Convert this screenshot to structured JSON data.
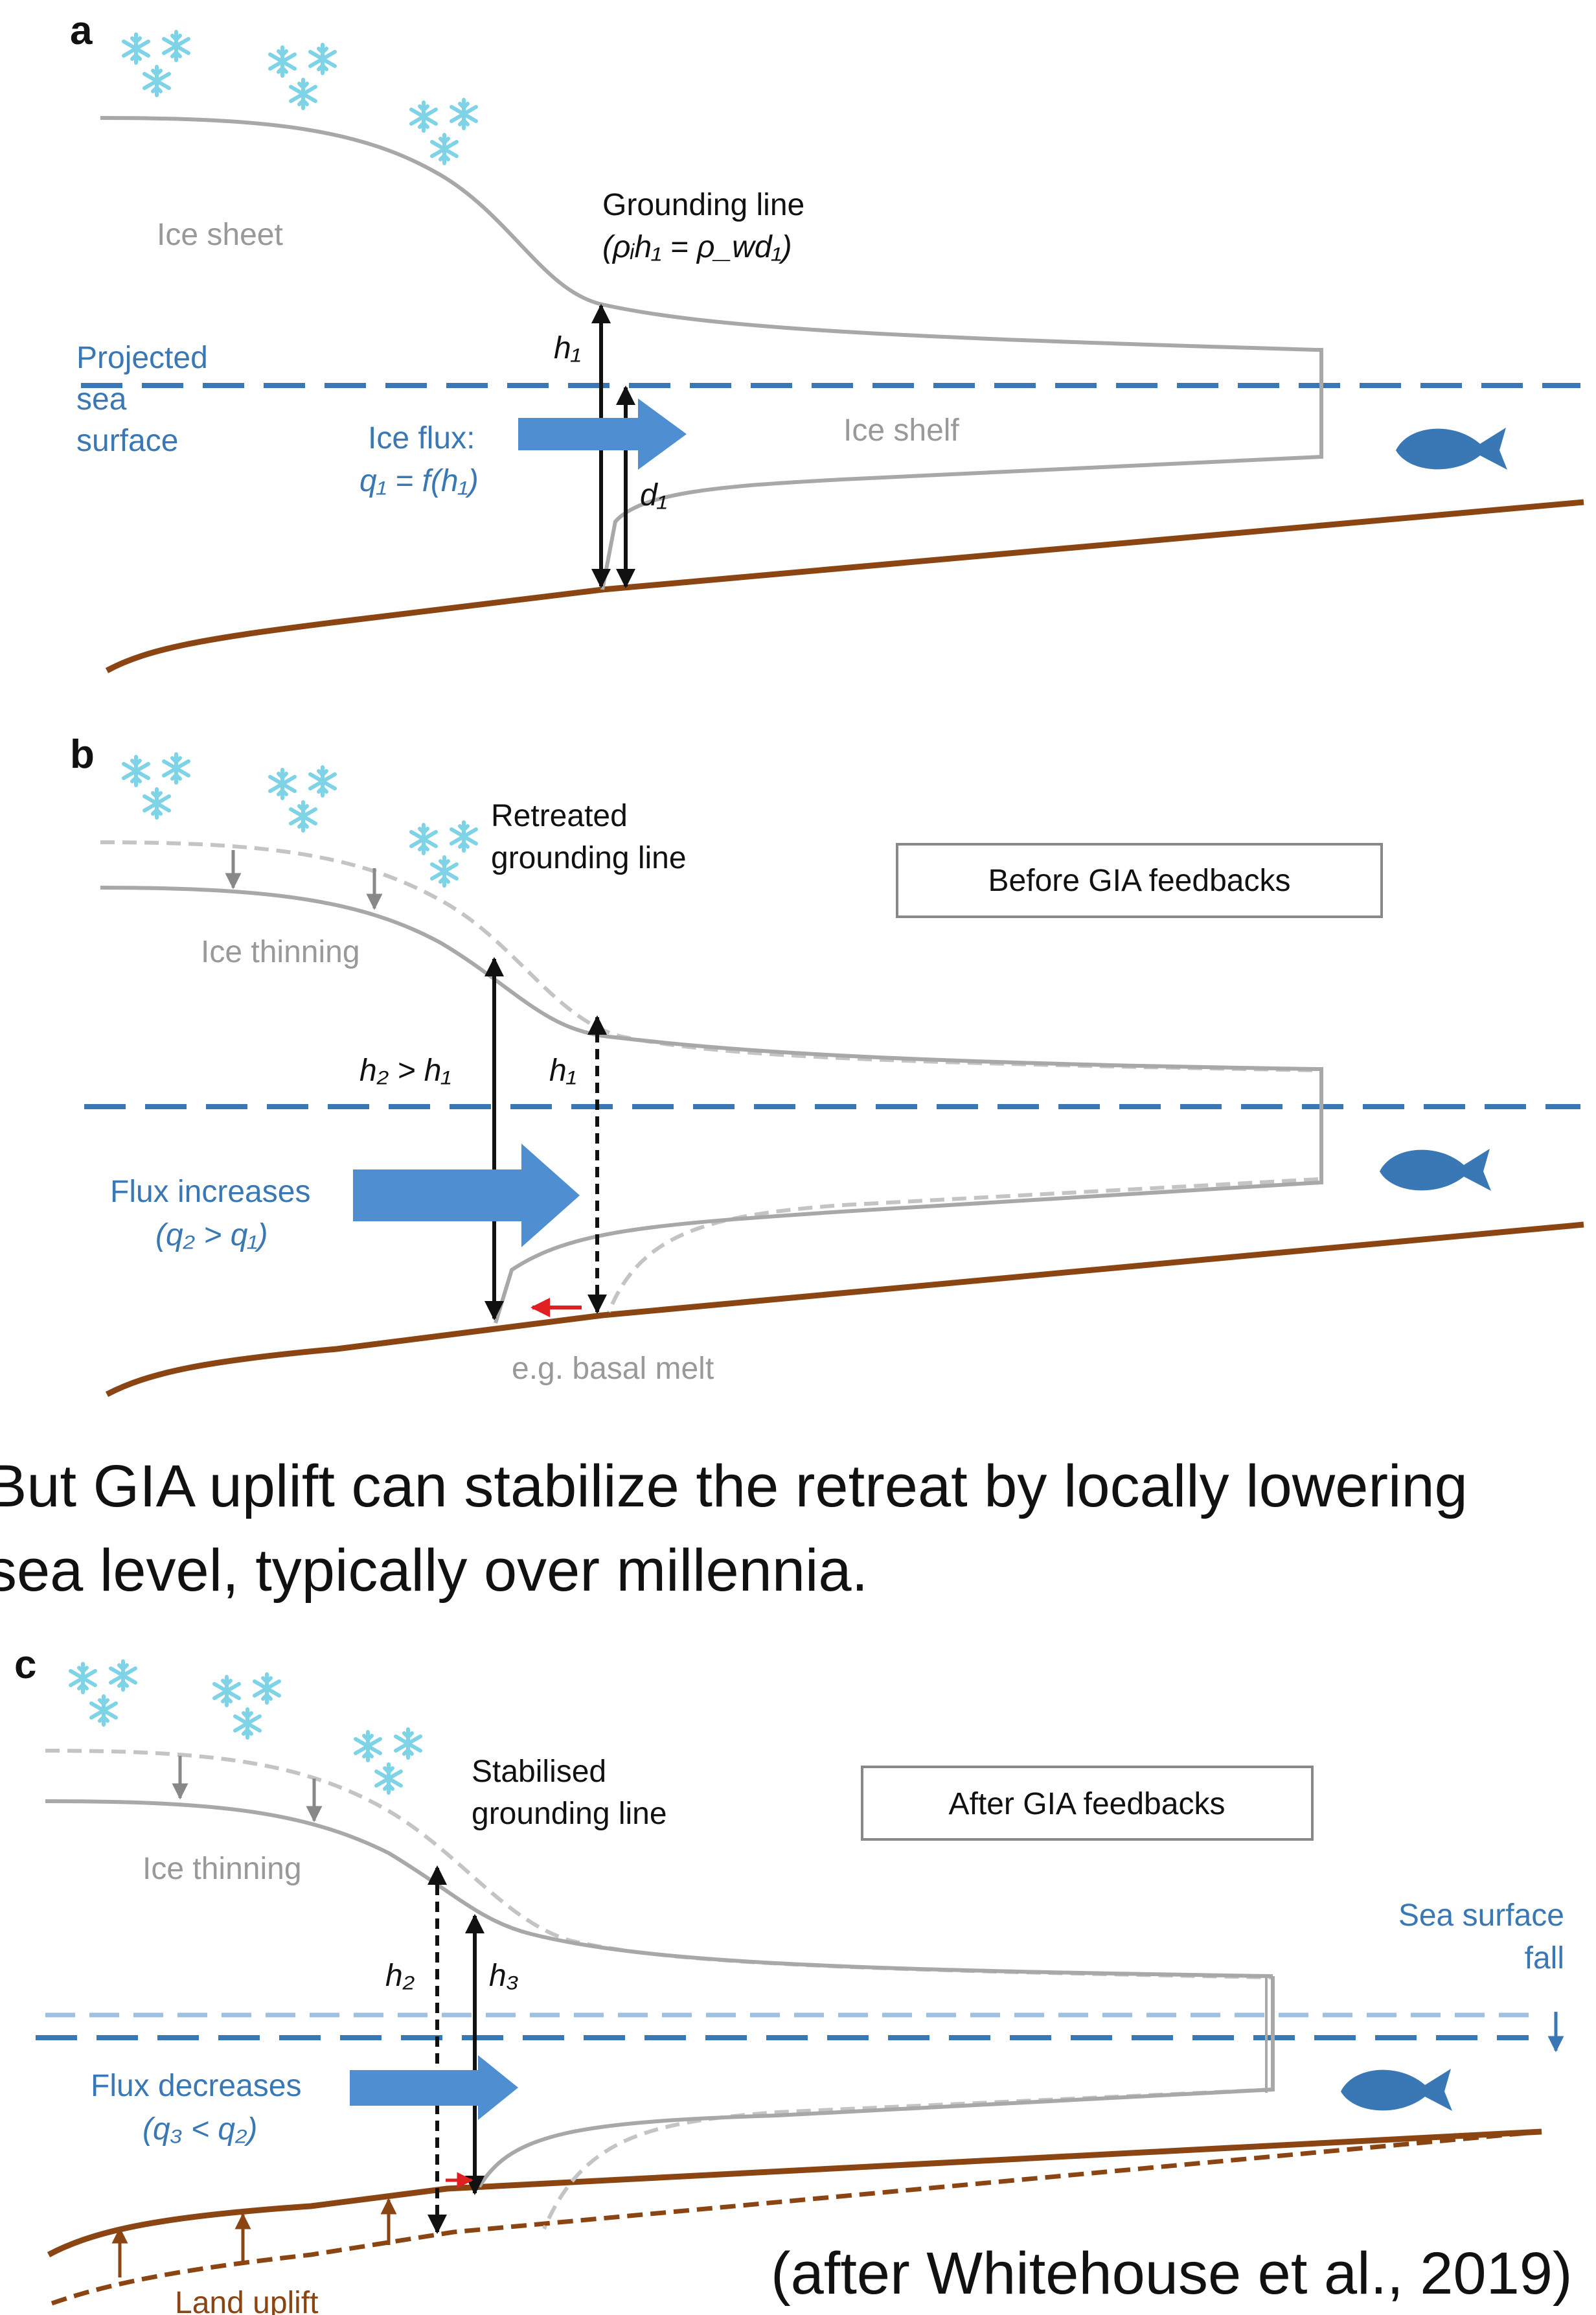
{
  "colors": {
    "ice": "#a8a8a8",
    "ice_dashed": "#c4c4c4",
    "sea": "#3a78b5",
    "sea_old": "#9ec1e2",
    "bed": "#8b4513",
    "arrow_blue": "#4f8ed1",
    "snow": "#7fd3e6",
    "retreat_arrow": "#e02020"
  },
  "icons": [
    "snowflake-icon",
    "fish-icon"
  ],
  "panel_a": {
    "letter": "a",
    "ice_sheet": "Ice sheet",
    "grounding_line": "Grounding line",
    "flotation_eq": "(ρᵢh₁ = ρ_wd₁)",
    "projected_sea": "Projected",
    "projected_sea_2": "sea",
    "projected_sea_3": "surface",
    "ice_flux": "Ice flux:",
    "flux_eq": "q₁ = f(h₁)",
    "ice_shelf": "Ice shelf",
    "h1": "h₁",
    "d1": "d₁"
  },
  "panel_b": {
    "letter": "b",
    "retreated": "Retreated",
    "retreated_2": "grounding line",
    "box": "Before GIA feedbacks",
    "ice_thinning": "Ice thinning",
    "h2_gt_h1": "h₂ > h₁",
    "h1": "h₁",
    "flux_increases": "Flux increases",
    "flux_cond": "(q₂ > q₁)",
    "basal_melt": "e.g. basal melt"
  },
  "caption": {
    "line1": "But GIA uplift can stabilize the retreat by locally lowering",
    "line2": "sea level, typically over millennia.",
    "citation": "(after Whitehouse et al., 2019)"
  },
  "panel_c": {
    "letter": "c",
    "stabilised": "Stabilised",
    "stabilised_2": "grounding line",
    "box": "After GIA feedbacks",
    "ice_thinning": "Ice thinning",
    "h2": "h₂",
    "h3": "h₃",
    "sea_fall": "Sea surface",
    "sea_fall_2": "fall",
    "flux_decreases": "Flux decreases",
    "flux_cond": "(q₃ < q₂)",
    "land_uplift": "Land uplift"
  }
}
